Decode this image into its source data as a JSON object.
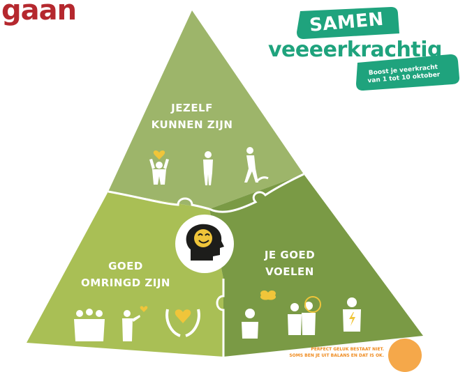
{
  "brand_word": "gaan",
  "campaign": {
    "title": "SAMEN",
    "word": "veeeerkrachtig",
    "subtitle_line1": "Boost je veerkracht",
    "subtitle_line2": "van 1 tot 10 oktober",
    "color": "#1fa37d"
  },
  "pyramid": {
    "top": {
      "line1": "JEZELF",
      "line2": "KUNNEN ZIJN",
      "color": "#9db56a",
      "icons": [
        "person-cheering-heart-icon",
        "person-standing-icon",
        "person-walking-icon"
      ]
    },
    "left": {
      "line1": "GOED",
      "line2": "OMRINGD ZIJN",
      "color": "#a9bf55",
      "icons": [
        "group-hug-icon",
        "person-giving-heart-icon",
        "hands-holding-heart-icon"
      ]
    },
    "right": {
      "line1": "JE GOED",
      "line2": "VOELEN",
      "color": "#7a9a45",
      "icons": [
        "person-thinking-icon",
        "couple-icon",
        "person-energy-icon"
      ]
    },
    "center_icon": "head-with-heart-icon",
    "accent_color": "#f0c53a"
  },
  "footnote": {
    "line1": "PERFECT GELUK BESTAAT NIET.",
    "line2": "SOMS BEN JE UIT BALANS EN DAT IS OK.",
    "color": "#ef8a1d"
  }
}
